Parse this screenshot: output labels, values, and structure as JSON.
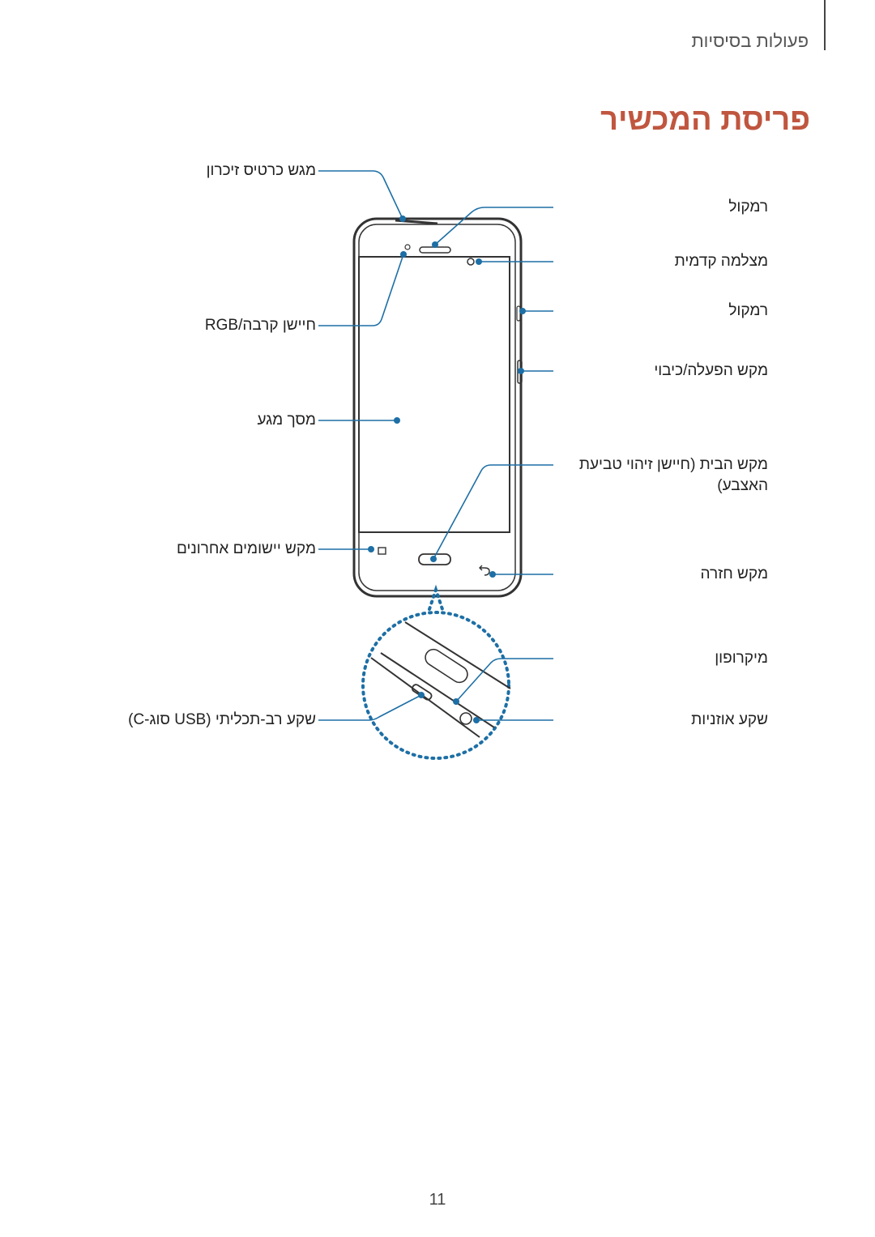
{
  "header": {
    "section_title": "פעולות בסיסיות"
  },
  "page": {
    "title": "פריסת המכשיר",
    "number": "11"
  },
  "labels": {
    "sim_tray": "מגש כרטיס זיכרון",
    "speaker_top": "רמקול",
    "front_camera": "מצלמה קדמית",
    "speaker_side": "רמקול",
    "rgb_sensor": "חיישן קרבה/RGB",
    "power_key": "מקש הפעלה/כיבוי",
    "touchscreen": "מסך מגע",
    "home_key_line1": "מקש הבית (חיישן זיהוי טביעת",
    "home_key_line2": "האצבע)",
    "recent_apps_key": "מקש יישומים אחרונים",
    "back_key": "מקש חזרה",
    "microphone": "מיקרופון",
    "usb_port": "שקע רב-תכליתי (USB סוג-C)",
    "earphone_jack": "שקע אוזניות"
  },
  "colors": {
    "accent_title": "#c0563f",
    "callout": "#1d6fa5",
    "device_outline": "#333333"
  }
}
